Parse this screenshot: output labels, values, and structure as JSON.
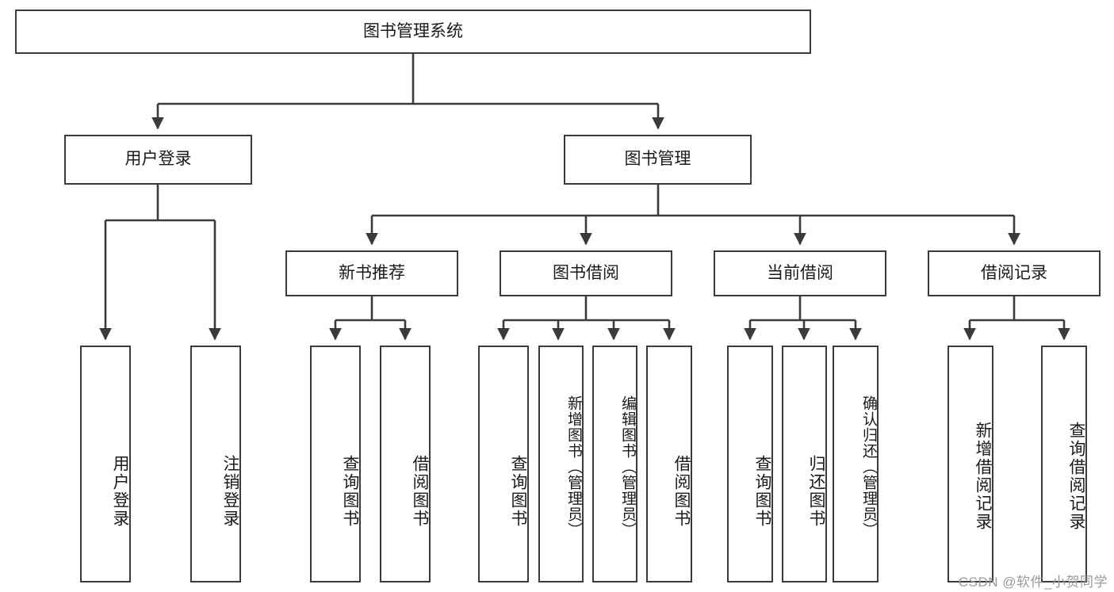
{
  "diagram": {
    "title": "图书管理系统",
    "type": "tree-hierarchy-diagram",
    "root": {
      "id": "root",
      "label": "图书管理系统"
    },
    "level2": [
      {
        "id": "user-login",
        "label": "用户登录"
      },
      {
        "id": "book-management",
        "label": "图书管理"
      }
    ],
    "level3": [
      {
        "id": "new-book-recommend",
        "label": "新书推荐",
        "parent": "book-management"
      },
      {
        "id": "book-borrow",
        "label": "图书借阅",
        "parent": "book-management"
      },
      {
        "id": "current-borrow",
        "label": "当前借阅",
        "parent": "book-management"
      },
      {
        "id": "borrow-record",
        "label": "借阅记录",
        "parent": "book-management"
      }
    ],
    "leaves": [
      {
        "id": "leaf-user-login",
        "label": "用户登录",
        "parent": "user-login"
      },
      {
        "id": "leaf-logout-login",
        "label": "注销登录",
        "parent": "user-login"
      },
      {
        "id": "leaf-query-book-1",
        "label": "查询图书",
        "parent": "new-book-recommend"
      },
      {
        "id": "leaf-borrow-book-1",
        "label": "借阅图书",
        "parent": "new-book-recommend"
      },
      {
        "id": "leaf-query-book-2",
        "label": "查询图书",
        "parent": "book-borrow"
      },
      {
        "id": "leaf-add-book",
        "label": "新增图书（管理员）",
        "parent": "book-borrow"
      },
      {
        "id": "leaf-edit-book",
        "label": "编辑图书（管理员）",
        "parent": "book-borrow"
      },
      {
        "id": "leaf-borrow-book-2",
        "label": "借阅图书",
        "parent": "book-borrow"
      },
      {
        "id": "leaf-query-book-3",
        "label": "查询图书",
        "parent": "current-borrow"
      },
      {
        "id": "leaf-return-book",
        "label": "归还图书",
        "parent": "current-borrow"
      },
      {
        "id": "leaf-confirm-return",
        "label": "确认归还（管理员）",
        "parent": "current-borrow"
      },
      {
        "id": "leaf-add-record",
        "label": "新增借阅记录",
        "parent": "borrow-record"
      },
      {
        "id": "leaf-query-record",
        "label": "查询借阅记录",
        "parent": "borrow-record"
      }
    ]
  },
  "watermark": {
    "text": "CSDN @软件_小贺同学"
  },
  "colors": {
    "stroke": "#3b3b3b",
    "background": "#ffffff",
    "text": "#1a1a1a",
    "watermark": "#9a9a9a"
  }
}
